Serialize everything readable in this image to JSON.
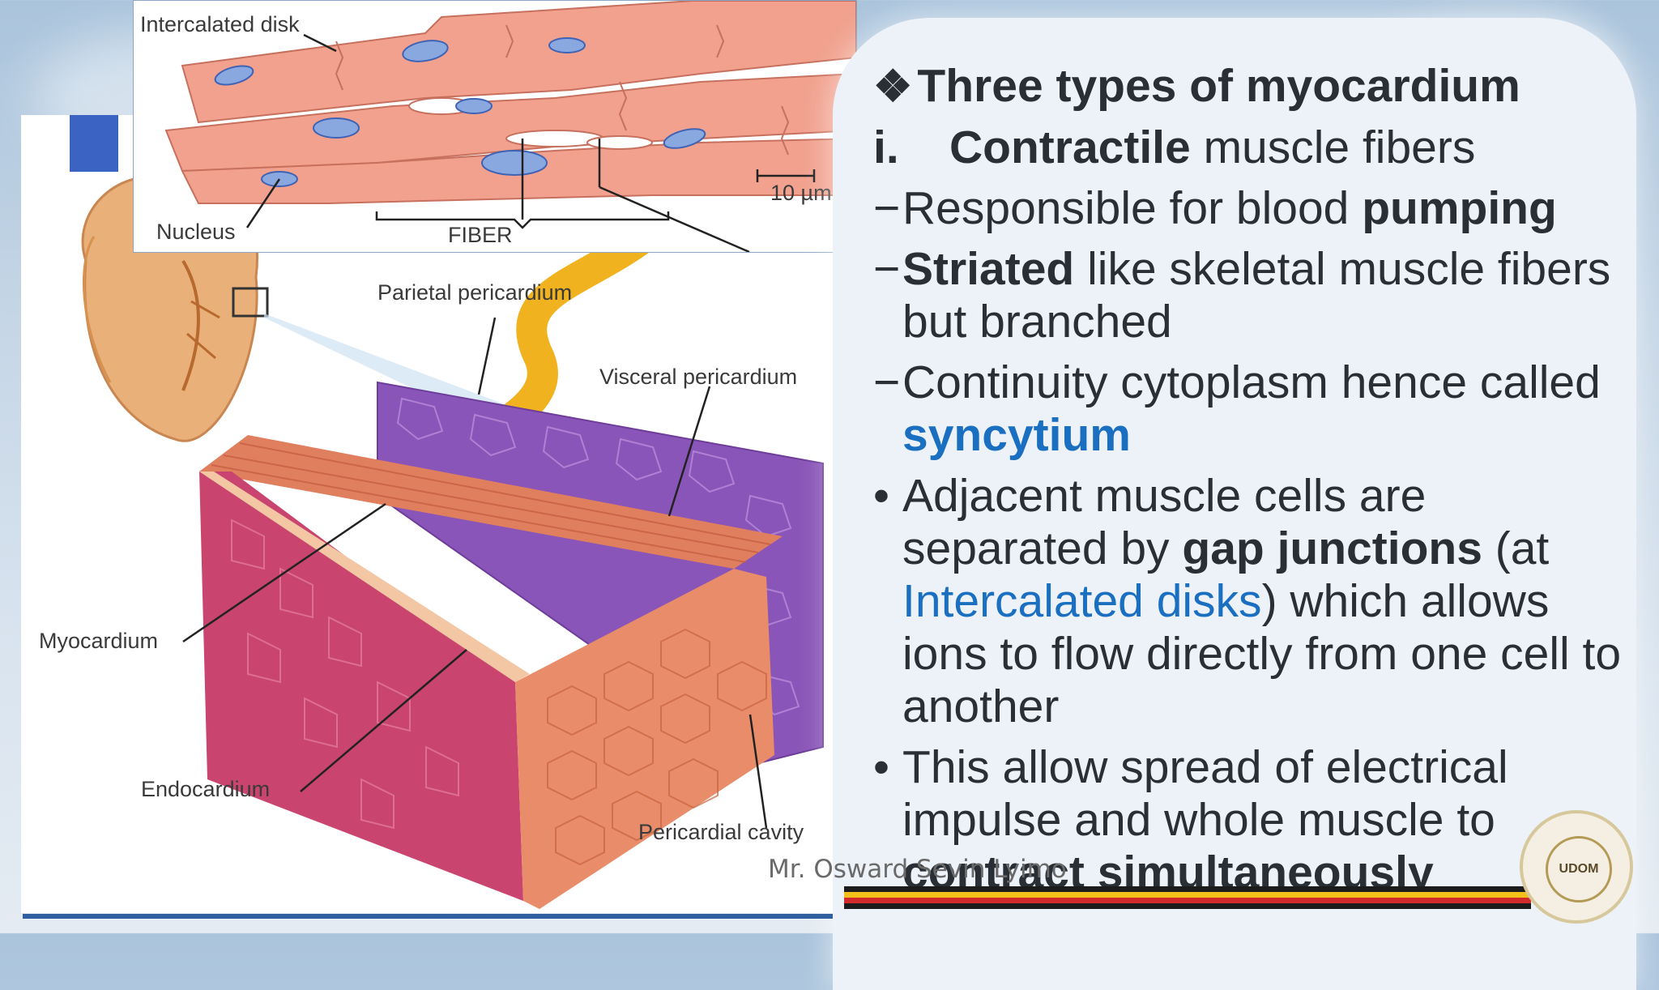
{
  "slide": {
    "title": "Three types of myocardium",
    "title_bullet": "❖",
    "section": {
      "numeral": "i.",
      "bold": "Contractile",
      "rest": " muscle fibers"
    },
    "bullets": [
      {
        "marker": "−",
        "parts": [
          "Responsible for blood ",
          "pumping"
        ]
      },
      {
        "marker": "−",
        "parts": [
          "Striated",
          " like skeletal muscle fibers but branched"
        ]
      },
      {
        "marker": "−",
        "parts": [
          "Continuity cytoplasm hence called ",
          "syncytium"
        ]
      },
      {
        "marker": "•",
        "parts": [
          "Adjacent muscle cells are separated by ",
          "gap junctions",
          " (at ",
          "Intercalated disks",
          ") which allows ions to flow directly from one cell to another"
        ]
      },
      {
        "marker": "•",
        "parts": [
          "This allow spread of electrical impulse and whole muscle to ",
          "contract simultaneously"
        ]
      }
    ]
  },
  "figure": {
    "inset_labels": {
      "intercalated_disk": "Intercalated disk",
      "nucleus": "Nucleus",
      "fiber": "FIBER",
      "scale": "10 µm"
    },
    "labels": {
      "parietal": "Parietal pericardium",
      "visceral": "Visceral pericardium",
      "myocardium": "Myocardium",
      "endocardium": "Endocardium",
      "pericardial_cavity": "Pericardial cavity"
    }
  },
  "footer": {
    "author": "Mr. Osward Sevin Lyimo"
  },
  "logo": {
    "text": "UDOM"
  },
  "colors": {
    "accent_blue": "#1a6fc0",
    "text": "#2a2f36",
    "stripe_colors": [
      "#1c1c1c",
      "#f2c21a",
      "#d22b2b",
      "#1c1c1c"
    ]
  }
}
